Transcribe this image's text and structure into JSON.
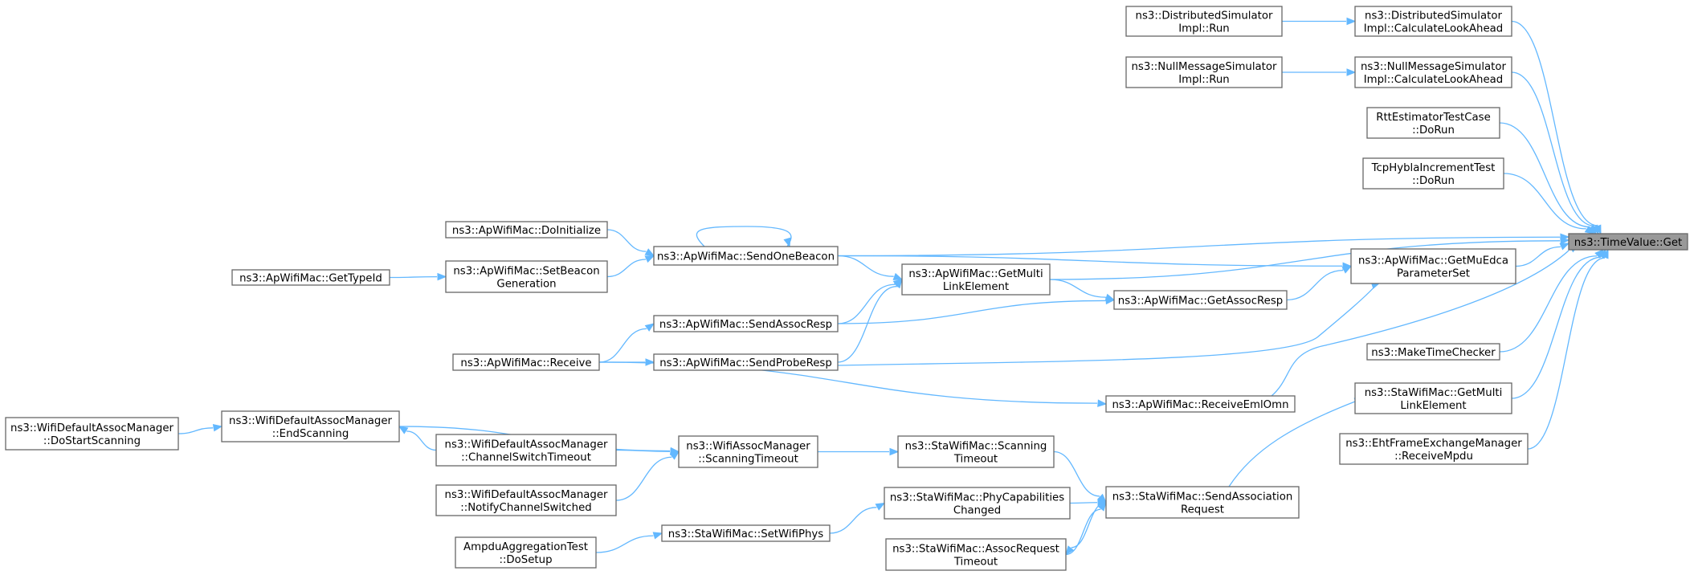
{
  "diagram": {
    "type": "call-graph",
    "colors": {
      "edge": "#63b8ff",
      "node_border": "#666666",
      "root_fill": "#999999",
      "node_fill": "#ffffff"
    },
    "nodes": [
      {
        "id": "root",
        "lines": [
          "ns3::TimeValue::Get"
        ]
      },
      {
        "id": "dist_calc",
        "lines": [
          "ns3::DistributedSimulator",
          "Impl::CalculateLookAhead"
        ]
      },
      {
        "id": "dist_run",
        "lines": [
          "ns3::DistributedSimulator",
          "Impl::Run"
        ]
      },
      {
        "id": "null_calc",
        "lines": [
          "ns3::NullMessageSimulator",
          "Impl::CalculateLookAhead"
        ]
      },
      {
        "id": "null_run",
        "lines": [
          "ns3::NullMessageSimulator",
          "Impl::Run"
        ]
      },
      {
        "id": "rtt",
        "lines": [
          "RttEstimatorTestCase",
          "::DoRun"
        ]
      },
      {
        "id": "tcp",
        "lines": [
          "TcpHyblaIncrementTest",
          "::DoRun"
        ]
      },
      {
        "id": "mu_edca",
        "lines": [
          "ns3::ApWifiMac::GetMuEdca",
          "ParameterSet"
        ]
      },
      {
        "id": "make_time",
        "lines": [
          "ns3::MakeTimeChecker"
        ]
      },
      {
        "id": "sta_multi",
        "lines": [
          "ns3::StaWifiMac::GetMulti",
          "LinkElement"
        ]
      },
      {
        "id": "eht",
        "lines": [
          "ns3::EhtFrameExchangeManager",
          "::ReceiveMpdu"
        ]
      },
      {
        "id": "send_one_beacon",
        "lines": [
          "ns3::ApWifiMac::SendOneBeacon"
        ]
      },
      {
        "id": "do_init",
        "lines": [
          "ns3::ApWifiMac::DoInitialize"
        ]
      },
      {
        "id": "set_beacon_gen",
        "lines": [
          "ns3::ApWifiMac::SetBeacon",
          "Generation"
        ]
      },
      {
        "id": "get_type_id",
        "lines": [
          "ns3::ApWifiMac::GetTypeId"
        ]
      },
      {
        "id": "ap_multi",
        "lines": [
          "ns3::ApWifiMac::GetMulti",
          "LinkElement"
        ]
      },
      {
        "id": "get_assoc_resp",
        "lines": [
          "ns3::ApWifiMac::GetAssocResp"
        ]
      },
      {
        "id": "send_assoc_resp",
        "lines": [
          "ns3::ApWifiMac::SendAssocResp"
        ]
      },
      {
        "id": "send_probe_resp",
        "lines": [
          "ns3::ApWifiMac::SendProbeResp"
        ]
      },
      {
        "id": "receive",
        "lines": [
          "ns3::ApWifiMac::Receive"
        ]
      },
      {
        "id": "receive_eml",
        "lines": [
          "ns3::ApWifiMac::ReceiveEmlOmn"
        ]
      },
      {
        "id": "sta_send_assoc",
        "lines": [
          "ns3::StaWifiMac::SendAssociation",
          "Request"
        ]
      },
      {
        "id": "sta_scan_timeout",
        "lines": [
          "ns3::StaWifiMac::Scanning",
          "Timeout"
        ]
      },
      {
        "id": "assoc_mgr_scan_timeout",
        "lines": [
          "ns3::WifiAssocManager",
          "::ScanningTimeout"
        ]
      },
      {
        "id": "def_end_scan",
        "lines": [
          "ns3::WifiDefaultAssocManager",
          "::EndScanning"
        ]
      },
      {
        "id": "def_do_start",
        "lines": [
          "ns3::WifiDefaultAssocManager",
          "::DoStartScanning"
        ]
      },
      {
        "id": "def_chan_timeout",
        "lines": [
          "ns3::WifiDefaultAssocManager",
          "::ChannelSwitchTimeout"
        ]
      },
      {
        "id": "def_notify",
        "lines": [
          "ns3::WifiDefaultAssocManager",
          "::NotifyChannelSwitched"
        ]
      },
      {
        "id": "phy_cap",
        "lines": [
          "ns3::StaWifiMac::PhyCapabilities",
          "Changed"
        ]
      },
      {
        "id": "assoc_req_timeout",
        "lines": [
          "ns3::StaWifiMac::AssocRequest",
          "Timeout"
        ]
      },
      {
        "id": "set_wifi_phys",
        "lines": [
          "ns3::StaWifiMac::SetWifiPhys"
        ]
      },
      {
        "id": "ampdu",
        "lines": [
          "AmpduAggregationTest",
          "::DoSetup"
        ]
      }
    ],
    "edges": [
      {
        "from": "dist_run",
        "to": "dist_calc"
      },
      {
        "from": "null_run",
        "to": "null_calc"
      },
      {
        "from": "dist_calc",
        "to": "root"
      },
      {
        "from": "null_calc",
        "to": "root"
      },
      {
        "from": "rtt",
        "to": "root"
      },
      {
        "from": "tcp",
        "to": "root"
      },
      {
        "from": "send_one_beacon",
        "to": "root"
      },
      {
        "from": "mu_edca",
        "to": "root"
      },
      {
        "from": "ap_multi",
        "to": "root"
      },
      {
        "from": "receive_eml",
        "to": "root"
      },
      {
        "from": "make_time",
        "to": "root"
      },
      {
        "from": "sta_multi",
        "to": "root"
      },
      {
        "from": "eht",
        "to": "root"
      },
      {
        "from": "send_one_beacon",
        "to": "send_one_beacon"
      },
      {
        "from": "do_init",
        "to": "send_one_beacon"
      },
      {
        "from": "set_beacon_gen",
        "to": "send_one_beacon"
      },
      {
        "from": "get_type_id",
        "to": "set_beacon_gen"
      },
      {
        "from": "send_one_beacon",
        "to": "mu_edca"
      },
      {
        "from": "get_assoc_resp",
        "to": "mu_edca"
      },
      {
        "from": "send_probe_resp",
        "to": "mu_edca"
      },
      {
        "from": "send_one_beacon",
        "to": "ap_multi"
      },
      {
        "from": "send_assoc_resp",
        "to": "ap_multi"
      },
      {
        "from": "send_probe_resp",
        "to": "ap_multi"
      },
      {
        "from": "ap_multi",
        "to": "get_assoc_resp"
      },
      {
        "from": "send_assoc_resp",
        "to": "get_assoc_resp"
      },
      {
        "from": "receive",
        "to": "send_assoc_resp"
      },
      {
        "from": "receive",
        "to": "send_probe_resp"
      },
      {
        "from": "receive",
        "to": "receive_eml"
      },
      {
        "from": "sta_send_assoc",
        "to": "sta_multi"
      },
      {
        "from": "sta_scan_timeout",
        "to": "sta_send_assoc"
      },
      {
        "from": "phy_cap",
        "to": "sta_send_assoc"
      },
      {
        "from": "assoc_req_timeout",
        "to": "sta_send_assoc"
      },
      {
        "from": "sta_send_assoc",
        "to": "assoc_req_timeout"
      },
      {
        "from": "assoc_mgr_scan_timeout",
        "to": "sta_scan_timeout"
      },
      {
        "from": "def_end_scan",
        "to": "assoc_mgr_scan_timeout"
      },
      {
        "from": "def_chan_timeout",
        "to": "assoc_mgr_scan_timeout"
      },
      {
        "from": "def_notify",
        "to": "assoc_mgr_scan_timeout"
      },
      {
        "from": "def_do_start",
        "to": "def_end_scan"
      },
      {
        "from": "def_chan_timeout",
        "to": "def_end_scan"
      },
      {
        "from": "set_wifi_phys",
        "to": "phy_cap"
      },
      {
        "from": "ampdu",
        "to": "set_wifi_phys"
      }
    ]
  }
}
